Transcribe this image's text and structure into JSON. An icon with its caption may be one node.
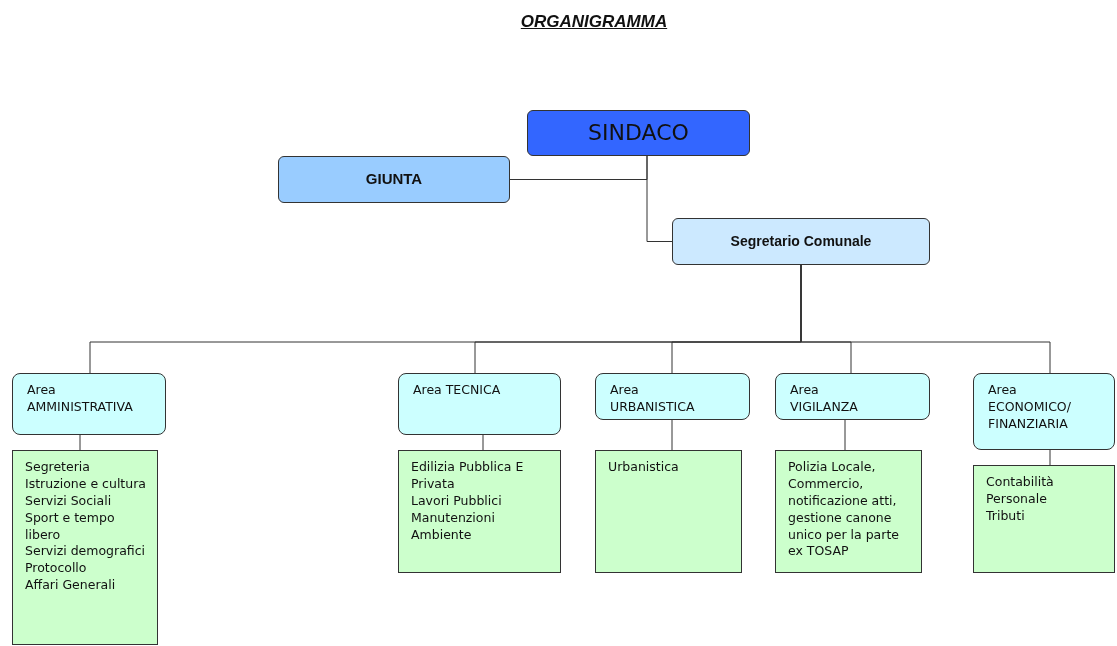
{
  "diagram": {
    "title": "ORGANIGRAMMA",
    "nodes": [
      {
        "text": [
          "SINDACO"
        ]
      },
      {
        "text": [
          "GIUNTA"
        ]
      },
      {
        "text": [
          "Segretario Comunale"
        ]
      },
      {
        "text": [
          "Area AMMINISTRATIVA"
        ]
      },
      {
        "text": [
          "Area TECNICA"
        ]
      },
      {
        "text": [
          "Area URBANISTICA"
        ]
      },
      {
        "text": [
          "Area VIGILANZA"
        ]
      },
      {
        "text": [
          "Area ECONOMICO/ FINANZIARIA"
        ]
      },
      {
        "text": [
          "Segreteria",
          "Istruzione e cultura",
          "Servizi Sociali",
          "Sport e tempo libero",
          "Servizi demografici",
          "Protocollo",
          "Affari Generali"
        ]
      },
      {
        "text": [
          "Edilizia Pubblica E Privata",
          "Lavori Pubblici",
          "Manutenzioni",
          "Ambiente"
        ]
      },
      {
        "text": [
          "Urbanistica"
        ]
      },
      {
        "text": [
          "Polizia Locale, Commercio, notificazione atti, gestione canone unico per la parte ex TOSAP"
        ]
      },
      {
        "text": [
          "Contabilità",
          "Personale",
          "Tributi"
        ]
      }
    ],
    "edges": [
      {
        "from": 0,
        "to": 1,
        "arrow": "none"
      },
      {
        "from": 0,
        "to": 2,
        "arrow": "none"
      },
      {
        "from": 2,
        "to": 3,
        "arrow": "none"
      },
      {
        "from": 2,
        "to": 4,
        "arrow": "none"
      },
      {
        "from": 2,
        "to": 5,
        "arrow": "none"
      },
      {
        "from": 2,
        "to": 6,
        "arrow": "none"
      },
      {
        "from": 2,
        "to": 7,
        "arrow": "none"
      },
      {
        "from": 3,
        "to": 8,
        "arrow": "none"
      },
      {
        "from": 4,
        "to": 9,
        "arrow": "none"
      },
      {
        "from": 5,
        "to": 10,
        "arrow": "none"
      },
      {
        "from": 6,
        "to": 11,
        "arrow": "none"
      },
      {
        "from": 7,
        "to": 12,
        "arrow": "none"
      }
    ]
  }
}
